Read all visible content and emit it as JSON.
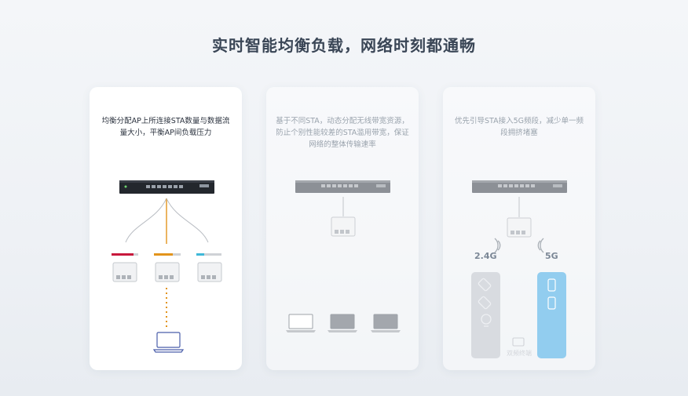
{
  "title": "实时智能均衡负载，网络时刻都通畅",
  "cards": [
    {
      "text": "均衡分配AP上所连接STA数量与数据流量大小，平衡AP间负载压力"
    },
    {
      "text": "基于不同STA，动态分配无线带宽资源，防止个别性能较差的STA滥用带宽，保证网络的整体传输速率"
    },
    {
      "text": "优先引导STA接入5G频段，减少单一频段拥挤堵塞",
      "band_24": "2.4G",
      "band_5": "5G",
      "footer": "双频终端"
    }
  ],
  "colors": {
    "ap_red": "#c8183c",
    "ap_orange": "#e2941c",
    "ap_cyan": "#3fb8d8",
    "laptop_stroke": "#4a5eaa",
    "band5_fill": "#92cdef"
  }
}
